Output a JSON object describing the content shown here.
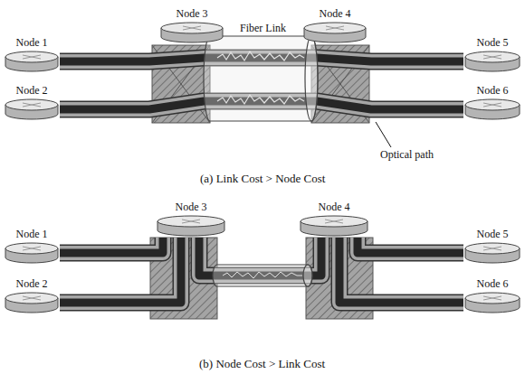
{
  "diagram": {
    "nodes": [
      {
        "text": [
          "Node 1"
        ]
      },
      {
        "text": [
          "Node 2"
        ]
      },
      {
        "text": [
          "Node 3"
        ]
      },
      {
        "text": [
          "Node 4"
        ]
      },
      {
        "text": [
          "Node 5"
        ]
      },
      {
        "text": [
          "Node 6"
        ]
      },
      {
        "text": [
          "Node 1"
        ]
      },
      {
        "text": [
          "Node 2"
        ]
      },
      {
        "text": [
          "Node 3"
        ]
      },
      {
        "text": [
          "Node 4"
        ]
      },
      {
        "text": [
          "Node 5"
        ]
      },
      {
        "text": [
          "Node 6"
        ]
      }
    ],
    "edges": [
      {
        "from": 0,
        "to": 4,
        "arrow": "none"
      },
      {
        "from": 1,
        "to": 5,
        "arrow": "none"
      },
      {
        "from": 6,
        "to": 8,
        "arrow": "none"
      },
      {
        "from": 7,
        "to": 8,
        "arrow": "none"
      },
      {
        "from": 8,
        "to": 9,
        "arrow": "none"
      },
      {
        "from": 9,
        "to": 10,
        "arrow": "none"
      },
      {
        "from": 9,
        "to": 11,
        "arrow": "none"
      }
    ],
    "labels": [
      "Fiber Link",
      "Optical path",
      "(a) Link Cost > Node Cost",
      "(b) Node Cost > Link Cost"
    ]
  }
}
